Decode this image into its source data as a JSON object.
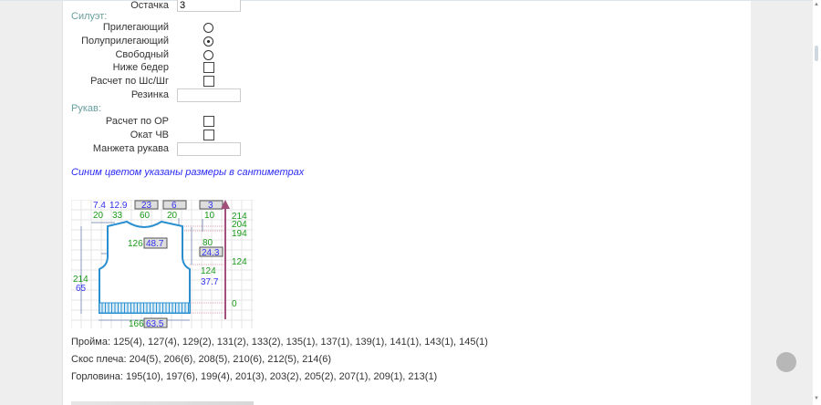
{
  "form": {
    "ostachka": {
      "label": "Остачка",
      "value": "3"
    },
    "silhouette": {
      "header": "Силуэт:",
      "options": [
        {
          "label": "Прилегающий",
          "type": "radio",
          "checked": false
        },
        {
          "label": "Полуприлегающий",
          "type": "radio",
          "checked": true
        },
        {
          "label": "Свободный",
          "type": "radio",
          "checked": false
        },
        {
          "label": "Ниже бедер",
          "type": "checkbox",
          "checked": false
        },
        {
          "label": "Расчет по Шс/Шг",
          "type": "checkbox",
          "checked": false
        }
      ],
      "rezinka": {
        "label": "Резинка",
        "value": ""
      }
    },
    "sleeve": {
      "header": "Рукав:",
      "options": [
        {
          "label": "Расчет по ОР",
          "type": "checkbox",
          "checked": false
        },
        {
          "label": "Окат ЧВ",
          "type": "checkbox",
          "checked": false
        }
      ],
      "cuff": {
        "label": "Манжета рукава",
        "value": ""
      }
    }
  },
  "note": "Синим цветом указаны размеры в сантиметрах",
  "diagram": {
    "top_blue": [
      "7.4",
      "12.9"
    ],
    "top_boxes": [
      "23",
      "6",
      "3"
    ],
    "top_green": [
      "20",
      "33",
      "60",
      "20",
      "10"
    ],
    "right_scale": [
      "214",
      "204",
      "194",
      "124",
      "0"
    ],
    "chest_green": "126",
    "chest_box": "48.7",
    "armhole_green": "80",
    "armhole_box": "24.3",
    "side_green": "124",
    "side_blue": "37.7",
    "length_green": "214",
    "length_blue": "65",
    "hem_green": "166",
    "hem_box": "63.5",
    "colors": {
      "outline": "#2a8fd0",
      "green": "#1a9a1a",
      "blue": "#3333ee",
      "arrow": "#a0507a"
    }
  },
  "results": [
    "Пройма: 125(4), 127(4), 129(2), 131(2), 133(2), 135(1), 137(1), 139(1), 141(1), 143(1), 145(1)",
    "Скос плеча: 204(5), 206(6), 208(5), 210(6), 212(5), 214(6)",
    "Горловина: 195(10), 197(6), 199(4), 201(3), 203(2), 205(2), 207(1), 209(1), 213(1)"
  ]
}
